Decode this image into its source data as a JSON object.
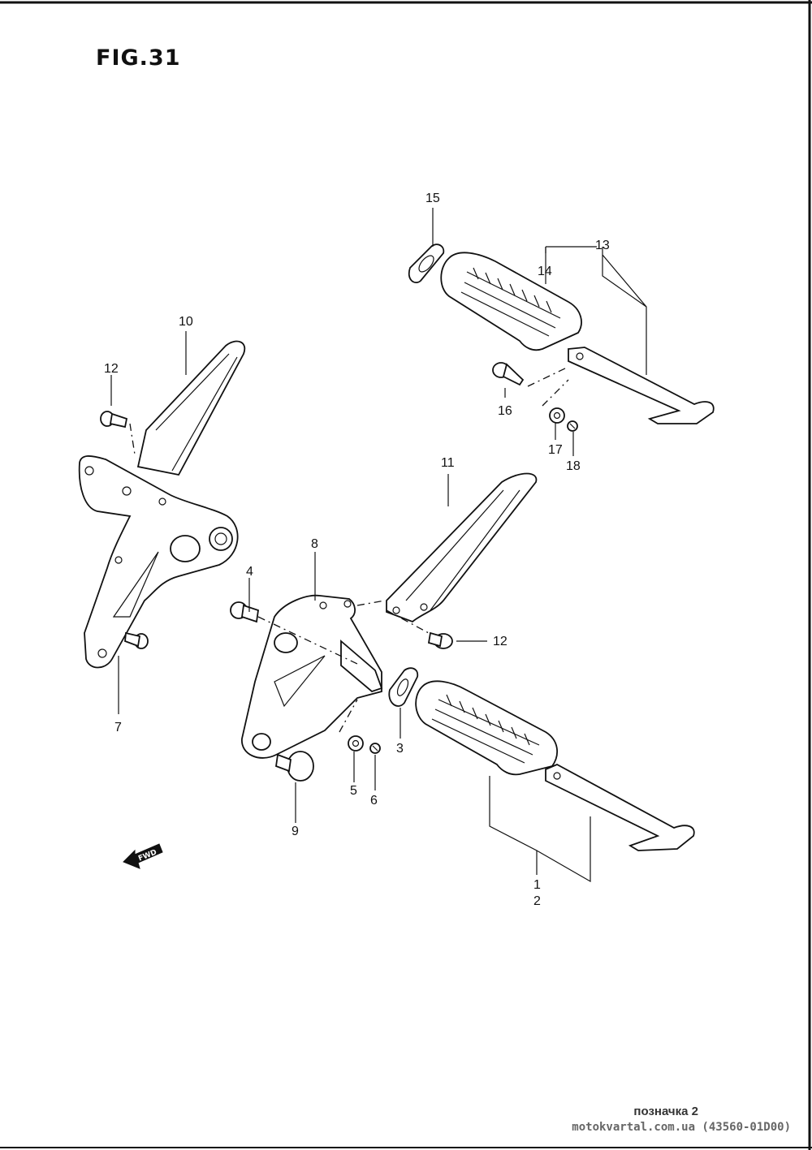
{
  "figure": {
    "title": "FIG.31"
  },
  "callouts": {
    "c1": "1",
    "c2": "2",
    "c3": "3",
    "c4": "4",
    "c5": "5",
    "c6": "6",
    "c7": "7",
    "c8": "8",
    "c9": "9",
    "c10": "10",
    "c11": "11",
    "c12a": "12",
    "c12b": "12",
    "c13": "13",
    "c14": "14",
    "c15": "15",
    "c16": "16",
    "c17": "17",
    "c18": "18"
  },
  "direction_arrow": {
    "label": "FWD"
  },
  "footer": {
    "label": "позначка 2",
    "source": "motokvartal.com.ua (43560-01D00)"
  },
  "colors": {
    "ink": "#111111",
    "paper": "#ffffff",
    "footer_text": "#666666"
  }
}
